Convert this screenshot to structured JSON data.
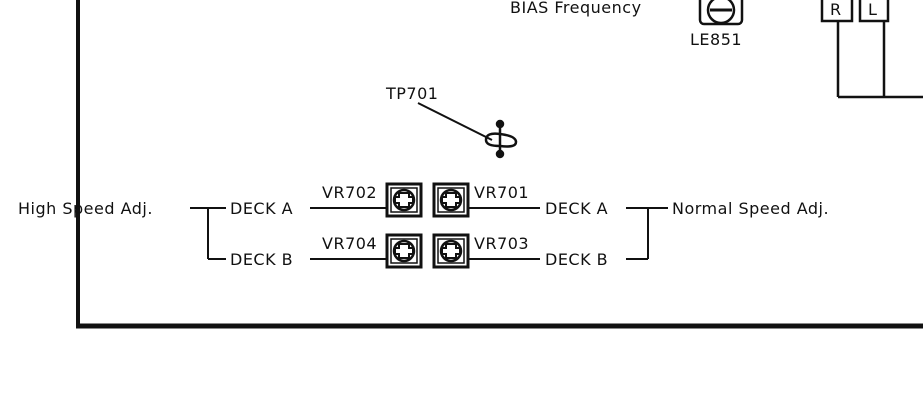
{
  "bias": {
    "label": "BIAS Frequency",
    "component": "LE851"
  },
  "channels": {
    "right": "R",
    "left": "L"
  },
  "test_point": "TP701",
  "left_group": {
    "title": "High Speed Adj.",
    "deck_a": "DECK A",
    "deck_b": "DECK B",
    "pot_a": "VR702",
    "pot_b": "VR704"
  },
  "right_group": {
    "title": "Normal Speed Adj.",
    "deck_a": "DECK A",
    "deck_b": "DECK B",
    "pot_a": "VR701",
    "pot_b": "VR703"
  }
}
